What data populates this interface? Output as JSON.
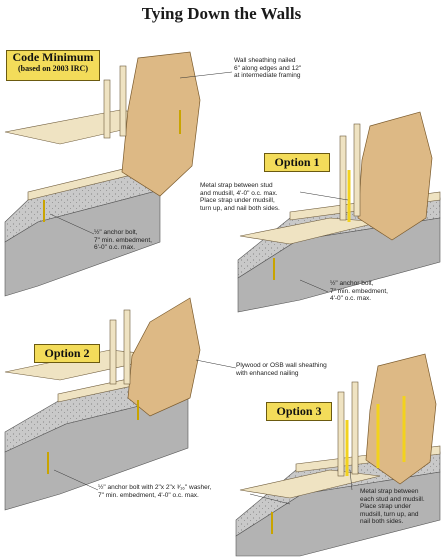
{
  "title": "Tying Down the Walls",
  "badges": {
    "code_minimum": {
      "label": "Code Minimum",
      "sub": "(based on 2003 IRC)"
    },
    "option1": "Option 1",
    "option2": "Option 2",
    "option3": "Option 3"
  },
  "notes": {
    "sheathing": [
      "Wall sheathing nailed",
      "6\" along edges and 12\"",
      "at intermediate framing"
    ],
    "anchor_bolt_min": [
      "½\" anchor bolt,",
      "7\" min. embedment,",
      "6'-0\" o.c. max."
    ],
    "strap_option1": [
      "Metal strap between stud",
      "and mudsill, 4'-0\" o.c. max.",
      "Place strap under mudsill,",
      "turn up, and nail both sides."
    ],
    "anchor_bolt_option1": [
      "½\" anchor bolt,",
      "7\" min. embedment,",
      "4'-0\" o.c. max."
    ],
    "plywood_osb": [
      "Plywood or OSB wall sheathing",
      "with enhanced nailing"
    ],
    "anchor_bolt_washer": [
      "½\" anchor bolt with 2\"x 2\"x ³⁄₁₆\" washer,",
      "7\" min. embedment, 4'-0\" o.c. max."
    ],
    "strap_option3": [
      "Metal strap between",
      "each stud and mudsill.",
      "Place strap under",
      "mudsill, turn up, and",
      "nail both sides."
    ]
  },
  "colors": {
    "concrete": "#c9c9c9",
    "concrete_dark": "#9b9b9b",
    "sheathing": "#ddb985",
    "lumber": "#efe3c2",
    "strap": "#f2d21e",
    "badge": "#f3dc5a"
  }
}
